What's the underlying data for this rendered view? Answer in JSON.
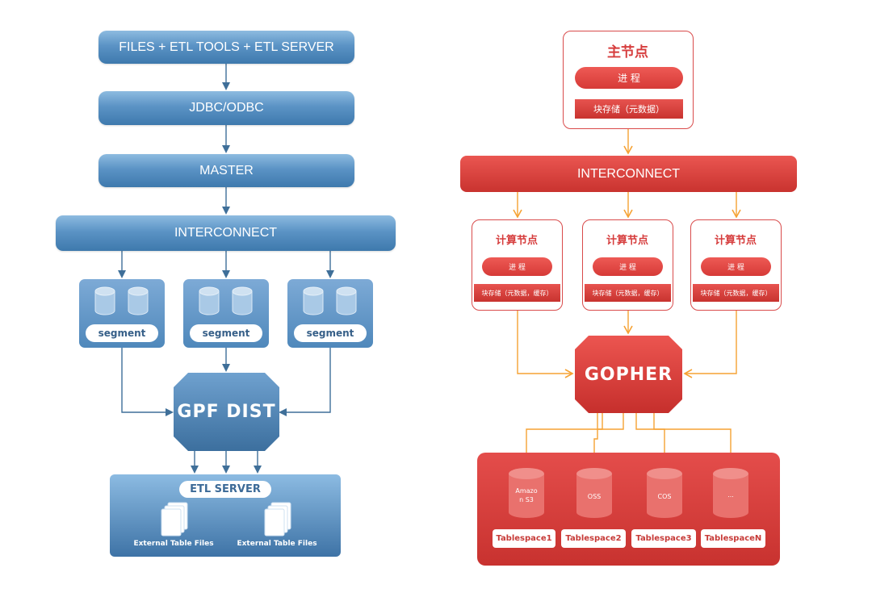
{
  "left": {
    "top_box": "FILES + ETL TOOLS + ETL SERVER",
    "jdbc_box": "JDBC/ODBC",
    "master_box": "MASTER",
    "interconnect": "INTERCONNECT",
    "segments": [
      "segment",
      "segment",
      "segment"
    ],
    "hub": "GPF DIST",
    "etl_server": "ETL SERVER",
    "files": [
      "External Table Files",
      "External Table Files"
    ]
  },
  "right": {
    "master_node": {
      "title": "主节点",
      "process": "进 程",
      "storage": "块存储（元数据）"
    },
    "interconnect": "INTERCONNECT",
    "compute_nodes": [
      {
        "title": "计算节点",
        "process": "进 程",
        "storage": "块存储（元数据，缓存）"
      },
      {
        "title": "计算节点",
        "process": "进 程",
        "storage": "块存储（元数据，缓存）"
      },
      {
        "title": "计算节点",
        "process": "进 程",
        "storage": "块存储（元数据，缓存）"
      }
    ],
    "hub": "GOPHER",
    "stores": [
      "Amazo\nn S3",
      "OSS",
      "COS",
      "..."
    ],
    "tablespaces": [
      "Tablespace1",
      "Tablespace2",
      "Tablespace3",
      "TablespaceN"
    ]
  },
  "colors": {
    "blue_line": "#3f6f99",
    "blue_accent": "#4a84b9",
    "red_accent": "#d63d3d",
    "orange_line": "#f6a234"
  }
}
